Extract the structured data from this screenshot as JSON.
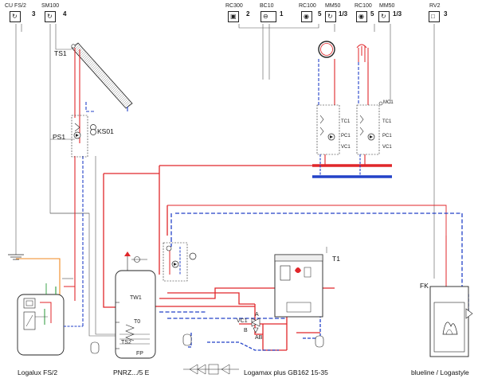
{
  "modules": [
    {
      "label": "CU FS/2",
      "count": "3"
    },
    {
      "label": "SM100",
      "count": "4"
    },
    {
      "label": "RC300",
      "count": "2"
    },
    {
      "label": "BC10",
      "count": "1"
    },
    {
      "label": "RC100",
      "count": "5"
    },
    {
      "label": "MM50",
      "count": "1/3"
    },
    {
      "label": "RC100",
      "count": "5"
    },
    {
      "label": "MM50",
      "count": "1/3"
    },
    {
      "label": "RV2",
      "count": "3"
    }
  ],
  "sensors": {
    "ts1": "TS1",
    "ps1": "PS1",
    "ks01": "KS01",
    "mc1": "MC1",
    "tc1_a": "TC1",
    "pc1_a": "PC1",
    "vc1_a": "VC1",
    "tc1_b": "TC1",
    "pc1_b": "PC1",
    "vc1_b": "VC1",
    "t1": "T1",
    "tw1": "TW1",
    "t0": "T0",
    "ts2": "TS2",
    "fp": "FP",
    "vc1_main": "VC1",
    "port_a": "A",
    "port_b": "B",
    "port_ab": "AB",
    "fk": "FK"
  },
  "captions": {
    "solar_station": "Logalux FS/2",
    "tank": "PNRZ.../5 E",
    "boiler": "Logamax plus GB162 15-35",
    "stove": "blueline / Logastyle"
  },
  "colors": {
    "flow_red": "#e0262a",
    "return_blue": "#2342c8",
    "cable_gray": "#555555",
    "orange": "#f08a20",
    "green": "#2a9a3a"
  }
}
